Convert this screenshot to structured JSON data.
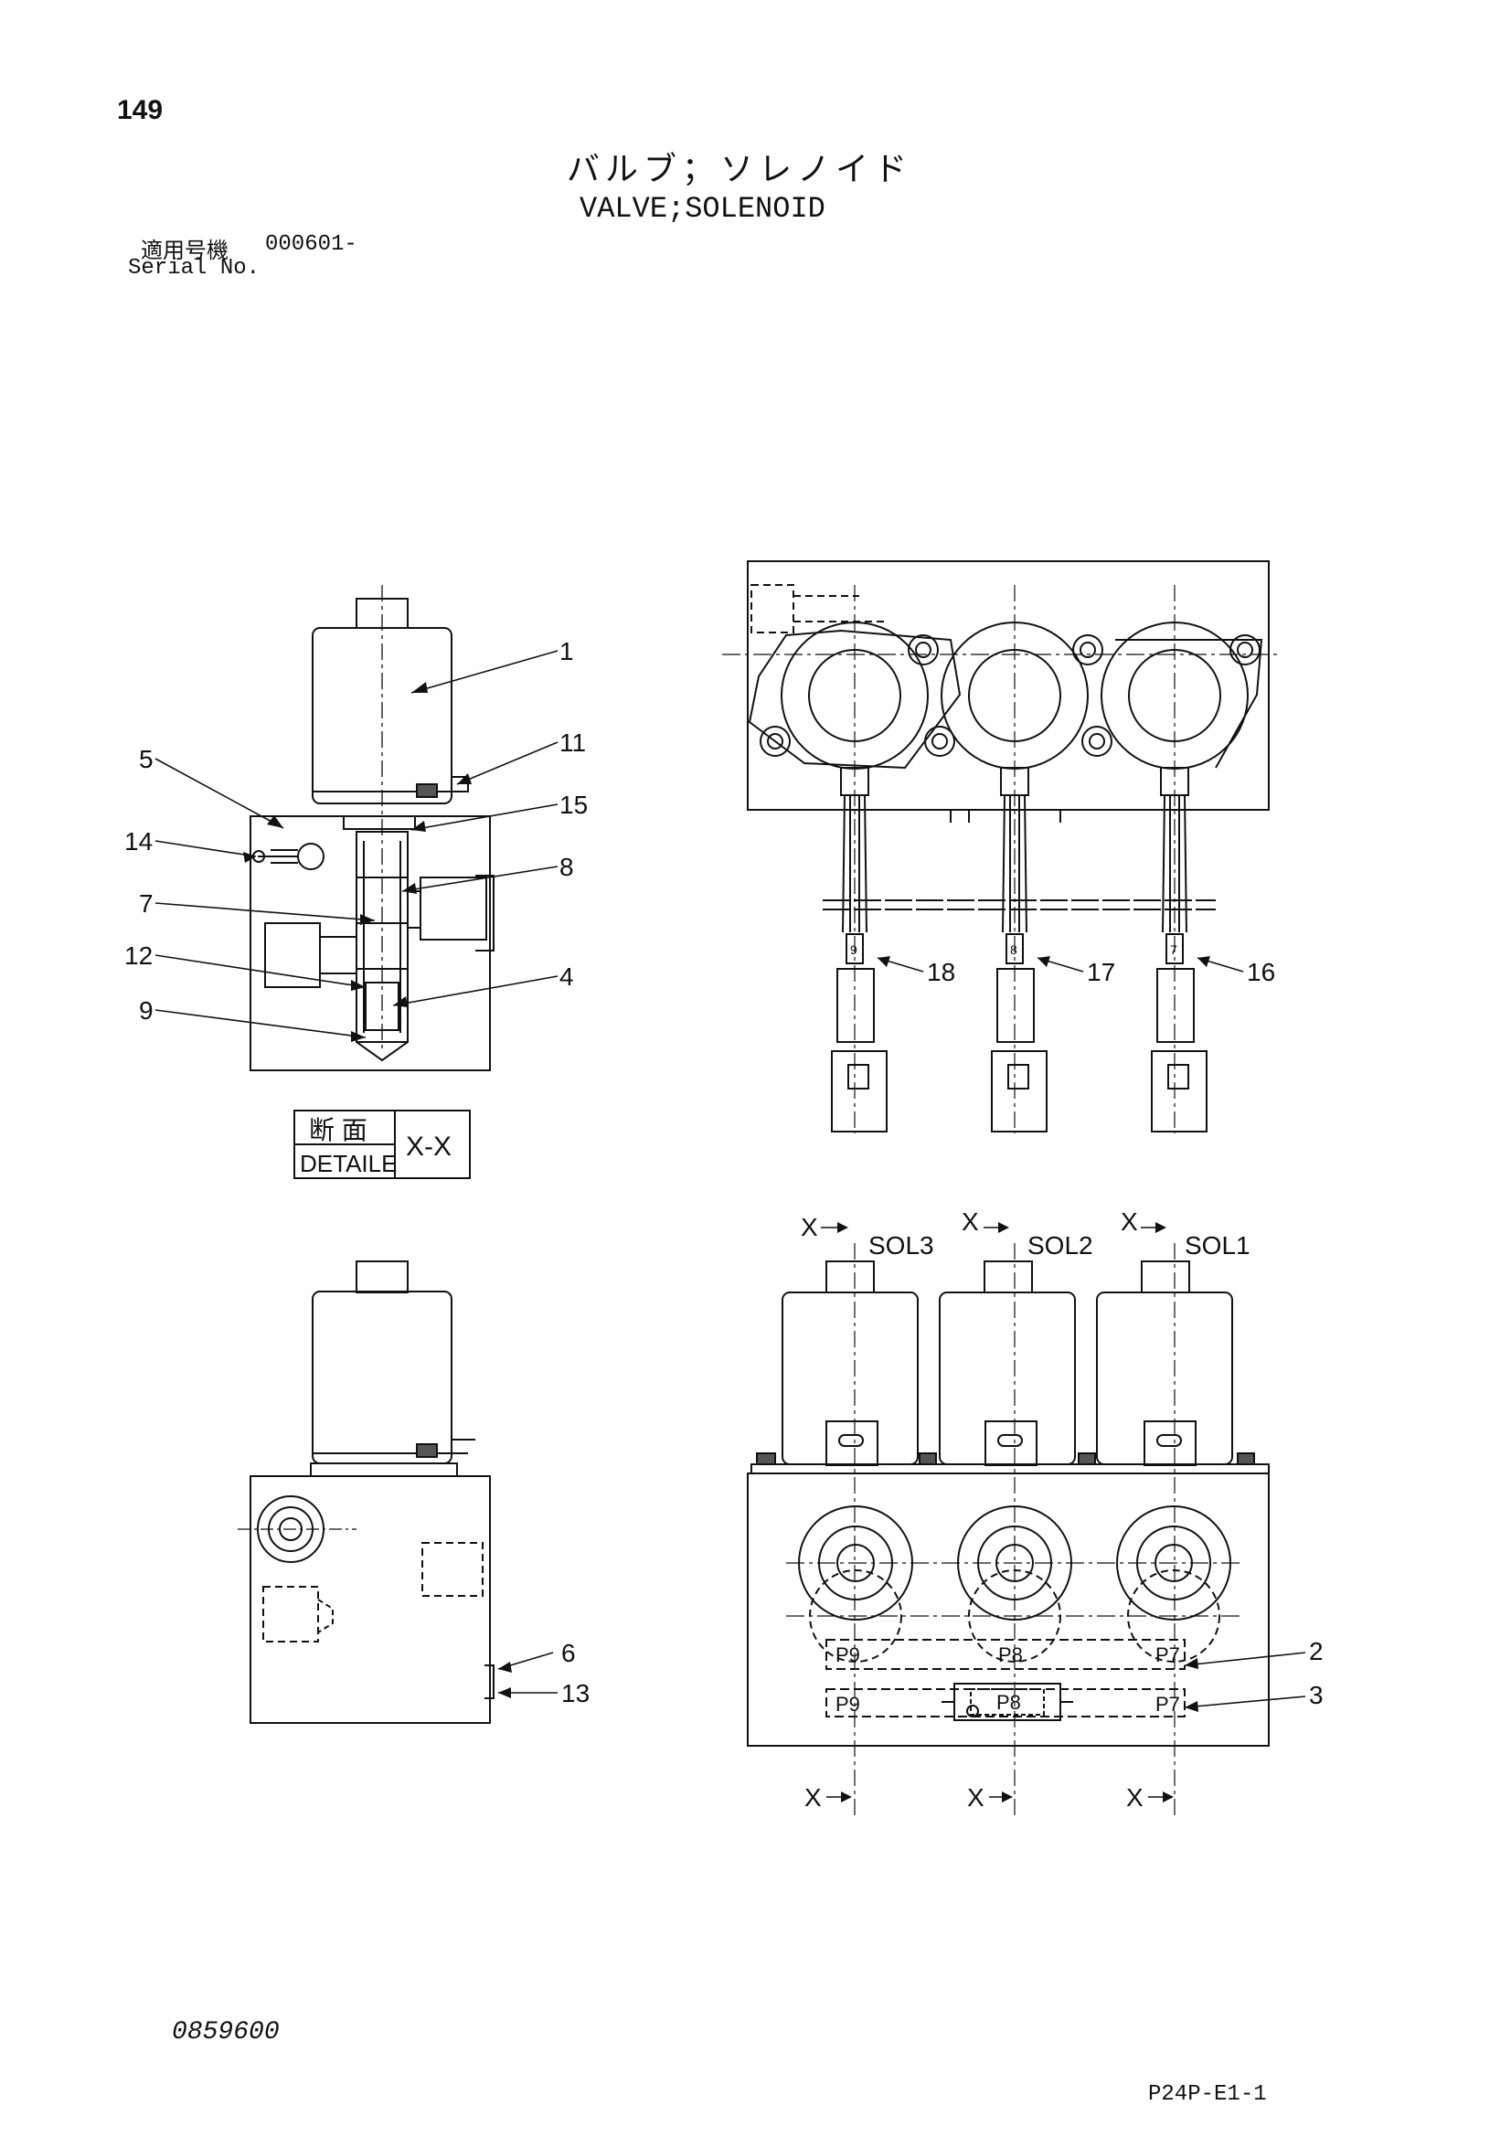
{
  "header": {
    "page_number": "149",
    "title_jp": "バルブ；ソレノイド",
    "title_en": "VALVE;SOLENOID",
    "serial_label_jp": "適用号機",
    "serial_value": "000601-",
    "serial_label_en": "Serial No."
  },
  "section_box": {
    "jp": "断 面",
    "en": "DETAILE",
    "view": "X-X"
  },
  "callouts": {
    "c1": "1",
    "c2": "2",
    "c3": "3",
    "c4": "4",
    "c5": "5",
    "c6": "6",
    "c7": "7",
    "c8": "8",
    "c9": "9",
    "c11": "11",
    "c12": "12",
    "c13": "13",
    "c14": "14",
    "c15": "15",
    "c16": "16",
    "c17": "17",
    "c18": "18"
  },
  "solenoids": {
    "sol1": "SOL1",
    "sol2": "SOL2",
    "sol3": "SOL3"
  },
  "section_marks": {
    "x": "X"
  },
  "ports": {
    "p7": "P7",
    "p8": "P8",
    "p9": "P9"
  },
  "connector_tags": {
    "t9": "9",
    "t8": "8",
    "t7": "7"
  },
  "footer": {
    "doc_code": "0859600",
    "page_code": "P24P-E1-1"
  }
}
